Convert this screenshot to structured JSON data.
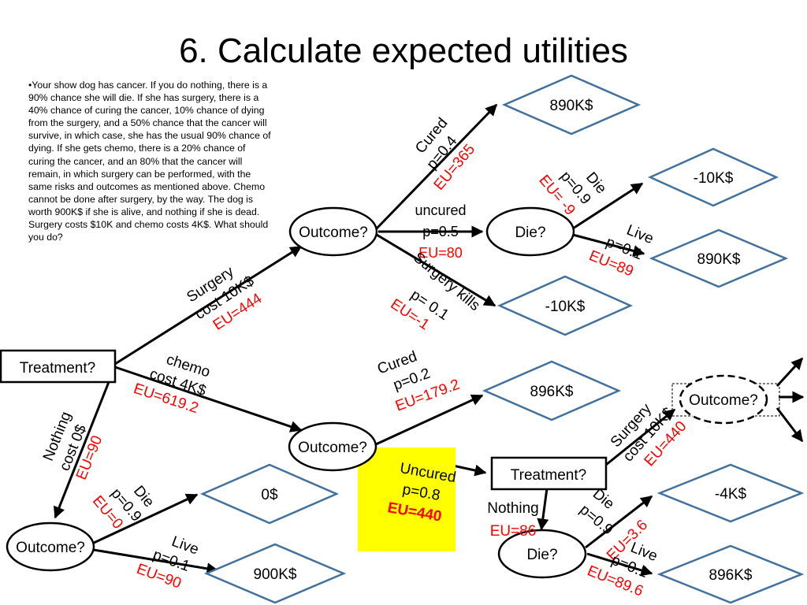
{
  "slide": {
    "title": "6.  Calculate expected utilities",
    "problem_text": "•Your show dog has cancer.  If you do nothing, there is a 90% chance she will die.  If she has surgery, there is a 40% chance of curing the cancer, 10% chance of dying from the surgery, and a 50% chance that the cancer will survive, in which case, she has the usual 90% chance of dying.  If she gets chemo, there is a 20% chance of curing the cancer, and an 80% that the cancer will remain, in which surgery can be performed, with the same risks and outcomes as mentioned above.  Chemo cannot be done after surgery, by the way.  The dog is worth 900K$ if she is alive, and nothing if she is dead.  Surgery costs $10K and chemo costs 4K$.  What should you do?"
  },
  "colors": {
    "ink": "#000000",
    "eu_red": "#ff0000",
    "diamond_stroke": "#41719c",
    "highlight": "#ffff00"
  },
  "nodes": {
    "root_decision": "Treatment?",
    "surgery_outcome": "Outcome?",
    "surgery_uncured_die": "Die?",
    "chemo_outcome": "Outcome?",
    "chemo_uncured_decision": "Treatment?",
    "chemo_uncured_surgery_outcome": "Outcome?",
    "chemo_uncured_nothing_die": "Die?",
    "nothing_outcome": "Outcome?"
  },
  "leaves": {
    "surgery_cured": "890K$",
    "surgery_uncured_die": "-10K$",
    "surgery_uncured_live": "890K$",
    "surgery_kills": "-10K$",
    "chemo_cured": "896K$",
    "chemo_nothing_die": "-4K$",
    "chemo_nothing_live": "896K$",
    "nothing_die": "0$",
    "nothing_live": "900K$"
  },
  "branches": {
    "surgery": {
      "label": "Surgery",
      "cost": "cost  10K$",
      "eu": "EU=444"
    },
    "chemo": {
      "label": "chemo",
      "cost": "cost 4K$",
      "eu": "EU=619.2"
    },
    "nothing": {
      "label": "Nothing",
      "cost": "cost  0$",
      "eu": "EU=90"
    },
    "surgery_cured": {
      "label": "Cured",
      "prob": "p=0.4",
      "eu": "EU=365"
    },
    "surgery_uncured": {
      "label": "uncured",
      "prob": "p=0.5",
      "eu": "EU=80"
    },
    "surgery_kills": {
      "label": "Surgery kills",
      "prob": "p= 0.1",
      "eu": "EU=-1"
    },
    "surgery_uncured_die": {
      "label": "Die",
      "prob": "p=0.9",
      "eu": "EU= -9"
    },
    "surgery_uncured_live": {
      "label": "Live",
      "prob": "p=0.1",
      "eu": "EU=89"
    },
    "chemo_cured": {
      "label": "Cured",
      "prob": "p=0.2",
      "eu": "EU=179.2"
    },
    "chemo_uncured": {
      "label": "Uncured",
      "prob": "p=0.8",
      "eu": "EU=440"
    },
    "chemo_surgery": {
      "label": "Surgery",
      "cost": "cost  10K$",
      "eu": "EU=440"
    },
    "chemo_nothing": {
      "label": "Nothing",
      "eu": "EU=86"
    },
    "chemo_nothing_die": {
      "label": "Die",
      "prob": "p=0.9",
      "eu": "EU=3.6"
    },
    "chemo_nothing_live": {
      "label": "Live",
      "prob": "p=0.1",
      "eu": "EU=89.6"
    },
    "nothing_die": {
      "label": "Die",
      "prob": "p=0.9",
      "eu": "EU=0"
    },
    "nothing_live": {
      "label": "Live",
      "prob": "p=0.1",
      "eu": "EU=90"
    }
  }
}
